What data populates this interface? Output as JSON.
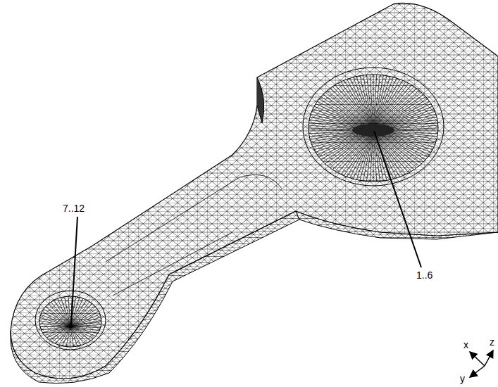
{
  "diagram": {
    "labels": [
      "7..12",
      "1..6",
      "x",
      "z",
      "y"
    ]
  }
}
